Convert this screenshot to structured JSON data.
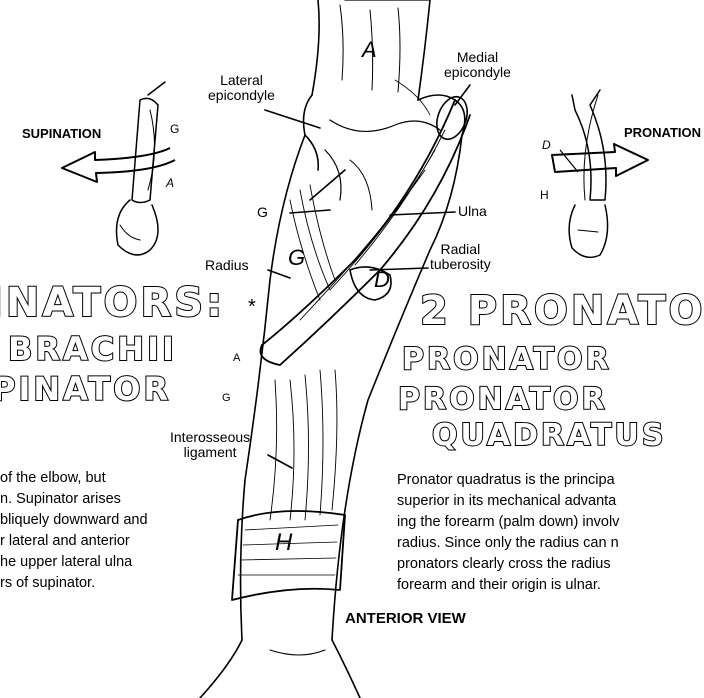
{
  "labels": {
    "supination": "SUPINATION",
    "pronation": "PRONATION",
    "lateral_epicondyle": [
      "Lateral",
      "epicondyle"
    ],
    "medial_epicondyle": [
      "Medial",
      "epicondyle"
    ],
    "ulna": "Ulna",
    "radial_tuberosity": [
      "Radial",
      "tuberosity"
    ],
    "radius": "Radius",
    "interosseous_ligament": [
      "Interosseous",
      "ligament"
    ],
    "anterior_view": "ANTERIOR VIEW"
  },
  "letter_marks": {
    "A": "A",
    "G": "G",
    "D": "D",
    "H": "H"
  },
  "left_heading": {
    "line1": "INATORS:",
    "star": "*",
    "line2": "BRACHII",
    "line2_sub": "A",
    "line3": "PINATOR",
    "line3_sub": "G"
  },
  "right_heading": {
    "line1": "2 PRONATO",
    "line2": "PRONATOR",
    "line3": "PRONATOR",
    "line4": "QUADRATUS"
  },
  "left_text": [
    "of the elbow, but",
    "n. Supinator arises",
    "bliquely downward and",
    "r lateral and anterior",
    "he upper lateral ulna",
    "rs of supinator."
  ],
  "right_text": [
    "Pronator quadratus is the principa",
    "superior in its mechanical advanta",
    "ing the forearm (palm down) involv",
    "radius. Since only the radius can n",
    "pronators clearly cross the radius",
    "forearm and their origin is ulnar."
  ]
}
